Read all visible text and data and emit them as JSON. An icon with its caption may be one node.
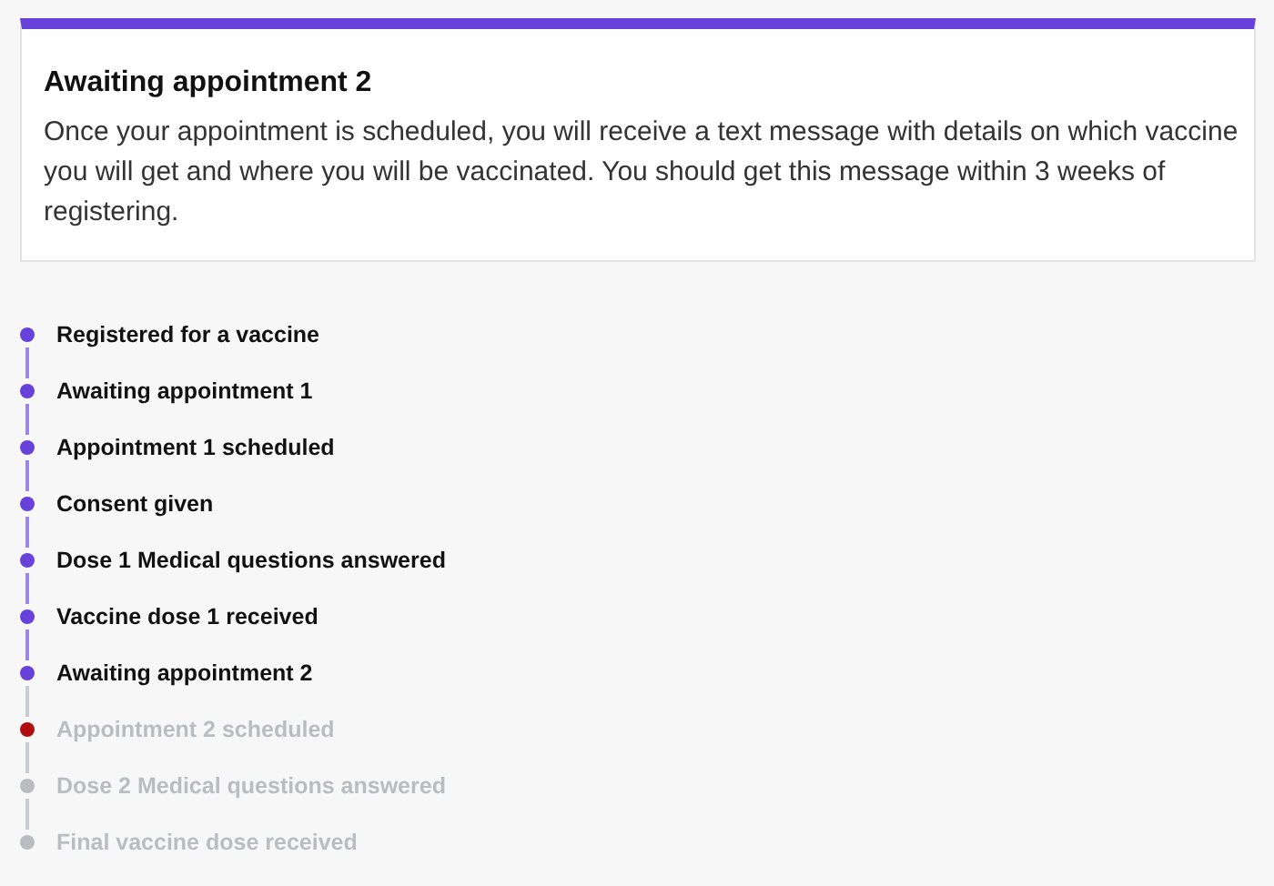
{
  "diagram": {
    "nodes": [
      {
        "text": [
          "Awaiting appointment 2",
          "Once your appointment is scheduled, you will receive a text message with details on which vaccine you will get and where you will be vaccinated. You should get this message within 3 weeks of registering."
        ]
      },
      {
        "text": [
          "Registered for a vaccine"
        ]
      },
      {
        "text": [
          "Awaiting appointment 1"
        ]
      },
      {
        "text": [
          "Appointment 1 scheduled"
        ]
      },
      {
        "text": [
          "Consent given"
        ]
      },
      {
        "text": [
          "Dose 1 Medical questions answered"
        ]
      },
      {
        "text": [
          "Vaccine dose 1 received"
        ]
      },
      {
        "text": [
          "Awaiting appointment 2"
        ]
      },
      {
        "text": [
          "Appointment 2 scheduled"
        ]
      },
      {
        "text": [
          "Dose 2 Medical questions answered"
        ]
      },
      {
        "text": [
          "Final vaccine dose received"
        ]
      }
    ],
    "edges": [
      {
        "from": 1,
        "to": 2,
        "arrow": "none"
      },
      {
        "from": 2,
        "to": 3,
        "arrow": "none"
      },
      {
        "from": 3,
        "to": 4,
        "arrow": "none"
      },
      {
        "from": 4,
        "to": 5,
        "arrow": "none"
      },
      {
        "from": 5,
        "to": 6,
        "arrow": "none"
      },
      {
        "from": 6,
        "to": 7,
        "arrow": "none"
      },
      {
        "from": 7,
        "to": 8,
        "arrow": "none",
        "color": "#c9cdd2"
      },
      {
        "from": 8,
        "to": 9,
        "arrow": "none",
        "color": "#c9cdd2"
      },
      {
        "from": 9,
        "to": 10,
        "arrow": "none",
        "color": "#c9cdd2"
      }
    ]
  }
}
